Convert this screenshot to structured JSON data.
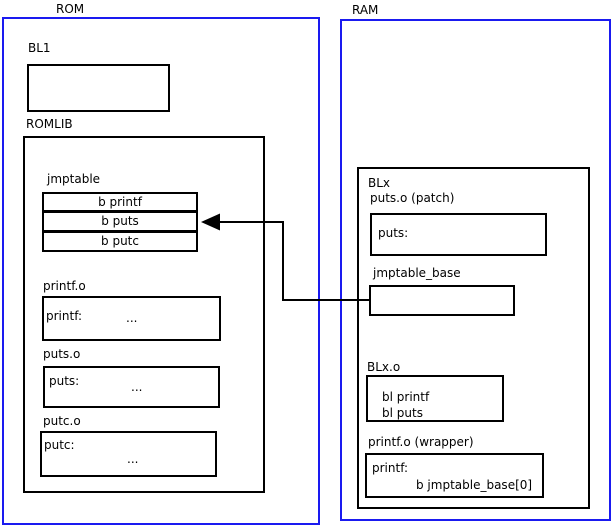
{
  "colors": {
    "frame_blue": "#1a1af0",
    "line_black": "#000000"
  },
  "rom": {
    "title": "ROM",
    "bl1": {
      "label": "BL1"
    },
    "romlib": {
      "label": "ROMLIB",
      "jmptable": {
        "label": "jmptable",
        "rows": [
          "b printf",
          "b puts",
          "b putc"
        ]
      },
      "objects": [
        {
          "label": "printf.o",
          "symbol": "printf:",
          "body": "..."
        },
        {
          "label": "puts.o",
          "symbol": "puts:",
          "body": "..."
        },
        {
          "label": "putc.o",
          "symbol": "putc:",
          "body": "..."
        }
      ]
    }
  },
  "ram": {
    "title": "RAM",
    "blx": {
      "label": "BLx",
      "puts_patch": {
        "label": "puts.o (patch)",
        "symbol": "puts:"
      },
      "jmptable_base": {
        "label": "jmptable_base"
      },
      "blx_o": {
        "label": "BLx.o",
        "lines": [
          "bl printf",
          "bl puts"
        ]
      },
      "printf_wrapper": {
        "label": "printf.o (wrapper)",
        "symbol": "printf:",
        "body": "b jmptable_base[0]"
      }
    }
  }
}
